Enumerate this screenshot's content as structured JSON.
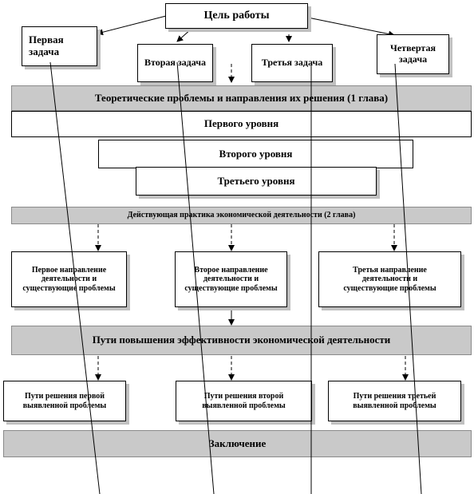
{
  "goal": "Цель работы",
  "tasks": [
    "Первая задача",
    "Вторая задача",
    "Третья задача",
    "Четвертая задача"
  ],
  "chapter1": {
    "title": "Теоретические проблемы и направления их решения (1 глава)",
    "levels": [
      "Первого уровня",
      "Второго уровня",
      "Третьего уровня"
    ]
  },
  "chapter2": {
    "title": "Действующая практика экономической деятельности (2 глава)",
    "directions": [
      "Первое направление деятельности и существующие проблемы",
      "Второе направление деятельности и существующие проблемы",
      "Третья направление деятельности и существующие проблемы"
    ]
  },
  "efficiency": {
    "title": "Пути повышения эффективности экономической деятельности",
    "solutions": [
      "Пути решения первой выявленной проблемы",
      "Пути решения второй выявленной проблемы",
      "Пути решения третьей выявленной проблемы"
    ]
  },
  "conclusion": "Заключение"
}
